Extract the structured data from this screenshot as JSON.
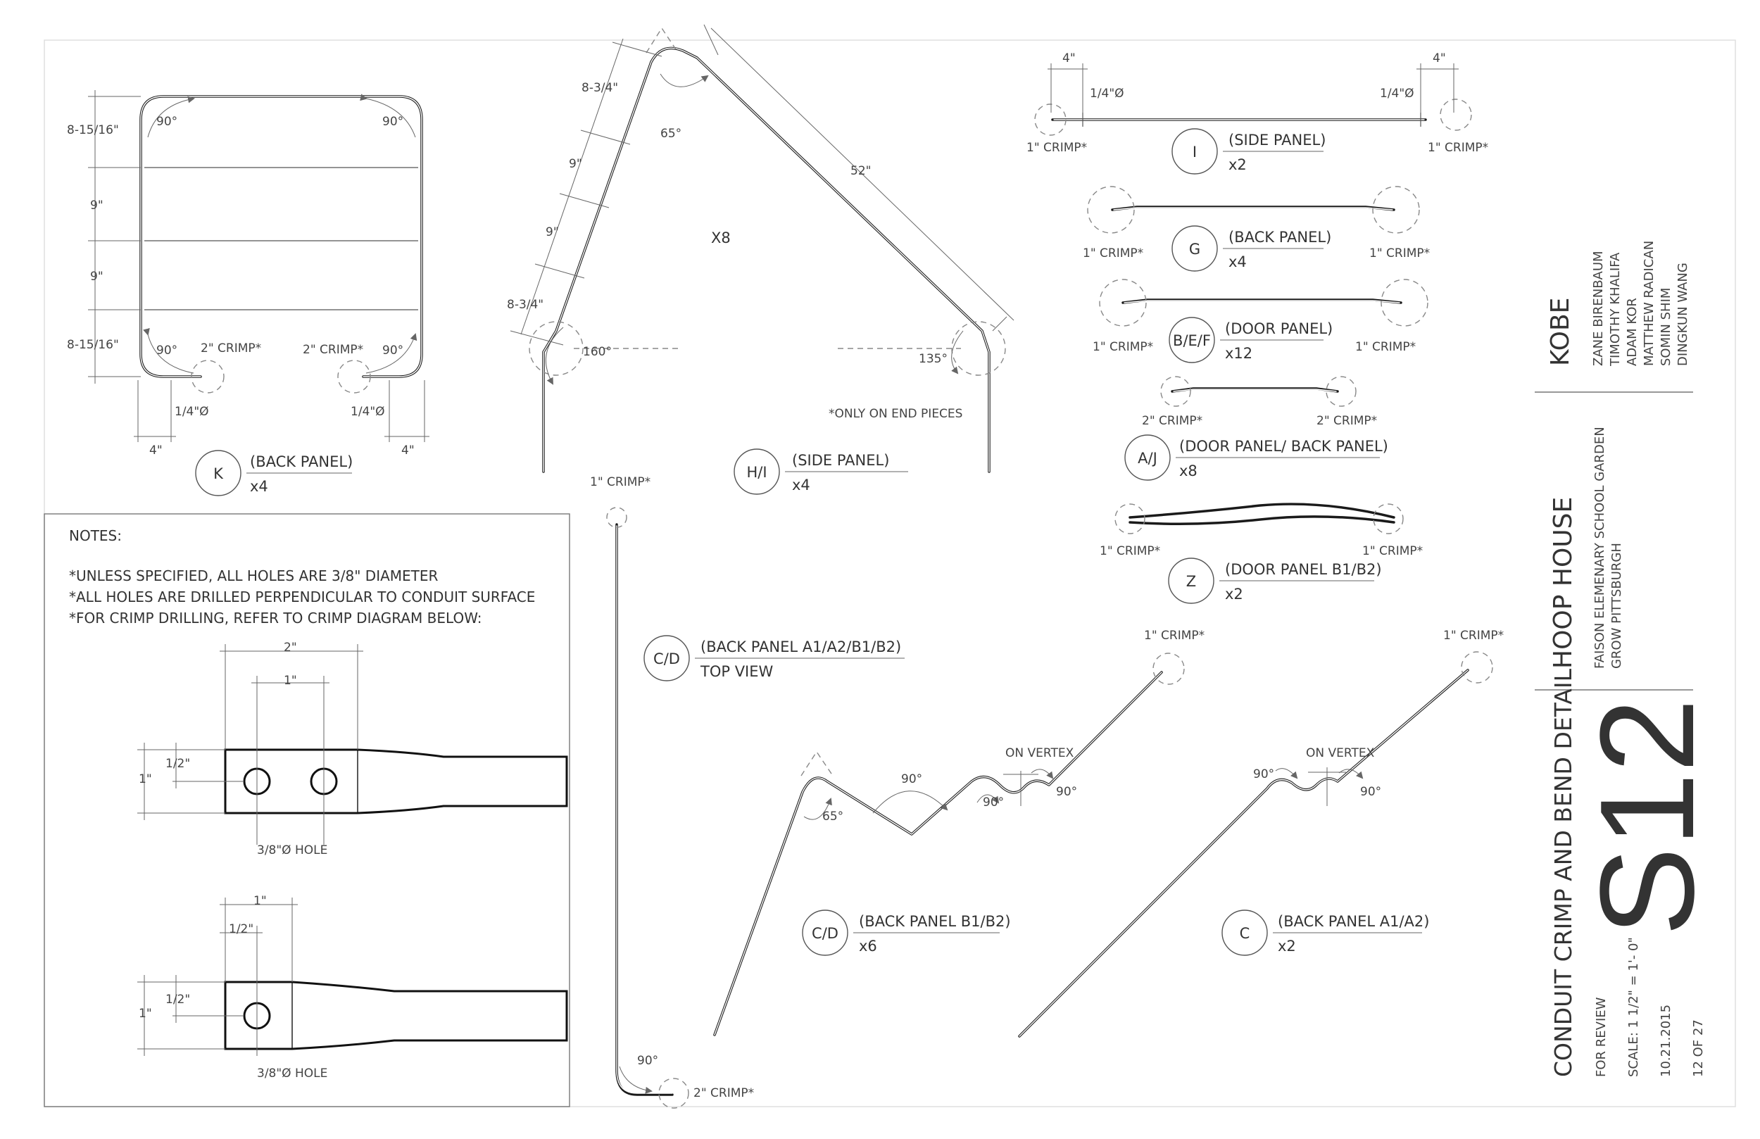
{
  "sheet": {
    "number": "S12",
    "drawing_title": "CONDUIT CRIMP AND BEND DETAIL",
    "status": "FOR REVIEW",
    "scale": "SCALE: 1 1/2\" = 1'- 0\"",
    "date": "10.21.2015",
    "page": "12 OF 27"
  },
  "project": {
    "title": "HOOP HOUSE",
    "location": "FAISON ELEMENARY SCHOOL GARDEN",
    "client": "GROW PITTSBURGH"
  },
  "team": {
    "name": "KOBE",
    "members": [
      "ZANE BIRENBAUM",
      "TIMOTHY KHALIFA",
      "ADAM KOR",
      "MATTHEW RADICAN",
      "SOMIN SHIM",
      "DINGKUN WANG"
    ]
  },
  "notes": {
    "heading": "NOTES:",
    "items": [
      "*UNLESS SPECIFIED, ALL HOLES ARE 3/8\" DIAMETER",
      "*ALL HOLES ARE DRILLED PERPENDICULAR TO CONDUIT SURFACE",
      "*FOR CRIMP DRILLING, REFER TO CRIMP DIAGRAM BELOW:"
    ],
    "crimp2": {
      "overall": "2\"",
      "spacing": "1\"",
      "width": "1\"",
      "half": "1/2\"",
      "hole": "3/8\"Ø HOLE"
    },
    "crimp1": {
      "overall": "1\"",
      "half_len": "1/2\"",
      "width": "1\"",
      "half": "1/2\"",
      "hole": "3/8\"Ø HOLE"
    }
  },
  "parts": {
    "k": {
      "id": "K",
      "name": "(BACK PANEL)",
      "qty": "x4",
      "dims": [
        "8-15/16\"",
        "9\"",
        "9\"",
        "8-15/16\""
      ],
      "angles": [
        "90°",
        "90°",
        "90°",
        "90°"
      ],
      "crimp": "2\" CRIMP*",
      "hole": "1/4\"Ø",
      "leg": "4\""
    },
    "hi": {
      "id": "H/I",
      "name": "(SIDE PANEL)",
      "qty": "x4",
      "count": "X8",
      "dims": [
        "8-3/4\"",
        "9\"",
        "9\"",
        "8-3/4\"",
        "52\""
      ],
      "angles": [
        "65°",
        "160°",
        "135°"
      ],
      "note": "*ONLY ON END PIECES"
    },
    "i": {
      "id": "I",
      "name": "(SIDE PANEL)",
      "qty": "x2",
      "crimp": "1\" CRIMP*",
      "hole": "1/4\"Ø",
      "leg": "4\""
    },
    "g": {
      "id": "G",
      "name": "(BACK PANEL)",
      "qty": "x4",
      "crimp": "1\" CRIMP*"
    },
    "bef": {
      "id": "B/E/F",
      "name": "(DOOR PANEL)",
      "qty": "x12",
      "crimp": "1\" CRIMP*"
    },
    "aj": {
      "id": "A/J",
      "name": "(DOOR PANEL/ BACK PANEL)",
      "qty": "x8",
      "crimp": "2\" CRIMP*"
    },
    "z": {
      "id": "Z",
      "name": "(DOOR PANEL B1/B2)",
      "qty": "x2",
      "crimp": "1\" CRIMP*"
    },
    "cd_top": {
      "id": "C/D",
      "name": "(BACK PANEL A1/A2/B1/B2)",
      "view": "TOP VIEW",
      "crimp_top": "1\" CRIMP*",
      "crimp_bottom": "2\" CRIMP*",
      "angle": "90°"
    },
    "cd": {
      "id": "C/D",
      "name": "(BACK PANEL B1/B2)",
      "qty": "x6",
      "crimp": "1\" CRIMP*",
      "vertex": "ON VERTEX",
      "angles": [
        "65°",
        "90°",
        "90°",
        "90°"
      ]
    },
    "c": {
      "id": "C",
      "name": "(BACK PANEL A1/A2)",
      "qty": "x2",
      "crimp": "1\" CRIMP*",
      "vertex": "ON VERTEX",
      "angles": [
        "90°",
        "90°"
      ]
    }
  }
}
